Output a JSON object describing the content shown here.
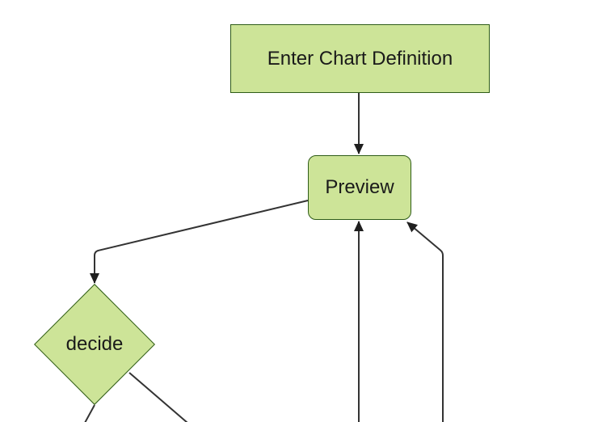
{
  "diagram": {
    "type": "flowchart",
    "direction": "top-down",
    "nodes": [
      {
        "id": "enter-chart-definition",
        "label": "Enter Chart Definition",
        "shape": "rectangle"
      },
      {
        "id": "preview",
        "label": "Preview",
        "shape": "rounded-rectangle"
      },
      {
        "id": "decide",
        "label": "decide",
        "shape": "diamond"
      }
    ],
    "edges": [
      {
        "from": "enter-chart-definition",
        "to": "preview",
        "arrow": true
      },
      {
        "from": "preview",
        "to": "decide",
        "arrow": true
      },
      {
        "from": "offscreen-bottom-center",
        "to": "preview",
        "arrow": true
      },
      {
        "from": "offscreen-bottom-right",
        "to": "preview",
        "arrow": true
      },
      {
        "from": "decide",
        "to": "offscreen-bottom-left",
        "arrow": false
      },
      {
        "from": "decide",
        "to": "offscreen-bottom-right",
        "arrow": false
      }
    ]
  },
  "colors": {
    "node_fill": "#cde498",
    "node_border": "#2f5c18",
    "edge_stroke": "#333333",
    "arrowhead": "#1f1f1f",
    "text": "#1a1a1a",
    "background": "#ffffff"
  }
}
